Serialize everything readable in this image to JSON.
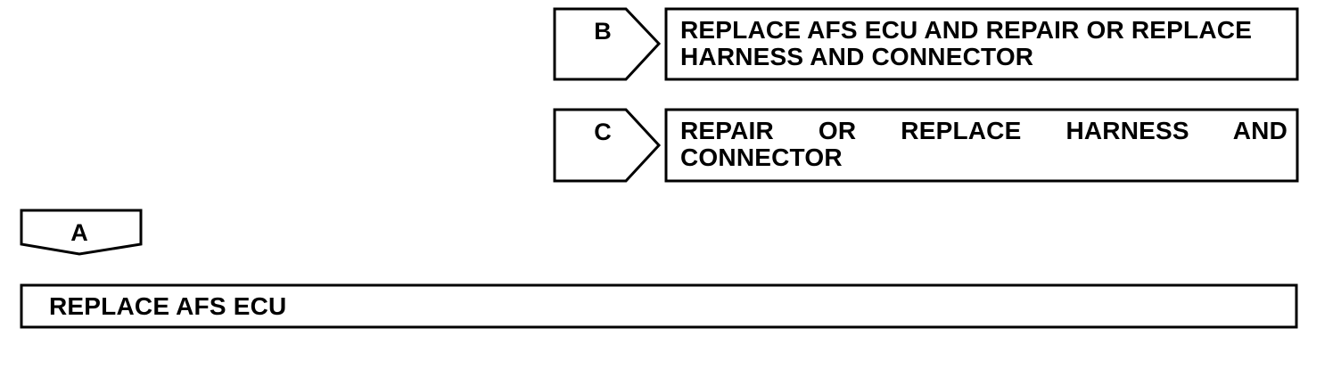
{
  "branches": [
    {
      "letter": "B",
      "result": "REPLACE AFS ECU AND REPAIR OR REPLACE HARNESS AND CONNECTOR"
    },
    {
      "letter": "C",
      "result": "REPAIR OR REPLACE HARNESS AND CONNECTOR"
    }
  ],
  "main": {
    "letter": "A",
    "result": "REPLACE AFS ECU"
  }
}
